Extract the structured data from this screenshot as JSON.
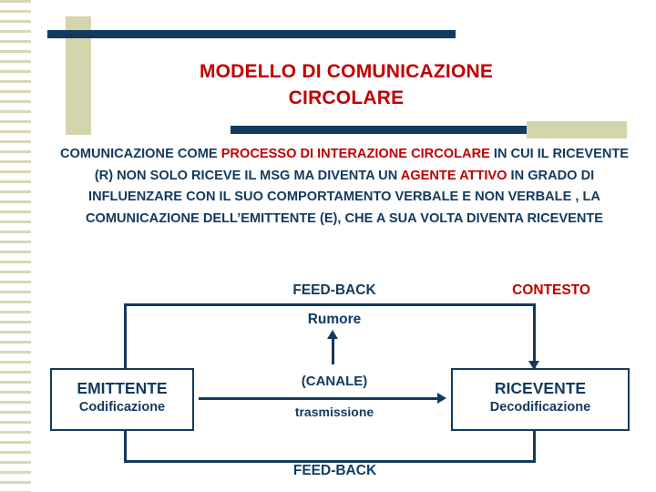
{
  "slide": {
    "title_line1": "MODELLO DI COMUNICAZIONE",
    "title_line2": "CIRCOLARE",
    "body": {
      "seg1": "COMUNICAZIONE COME ",
      "seg2_hl": "PROCESSO DI INTERAZIONE CIRCOLARE",
      "seg3": " IN CUI IL RICEVENTE (R) NON SOLO RICEVE IL MSG MA DIVENTA UN ",
      "seg4_hl": "AGENTE ATTIVO",
      "seg5": " IN GRADO DI INFLUENZARE CON IL SUO COMPORTAMENTO VERBALE E NON VERBALE , LA COMUNICAZIONE DELL’EMITTENTE (E), CHE A SUA VOLTA DIVENTA RICEVENTE"
    },
    "diagram": {
      "feedback_top": "FEED-BACK",
      "rumore": "Rumore",
      "contesto": "CONTESTO",
      "feedback_bottom": "FEED-BACK",
      "emittente_title": "EMITTENTE",
      "emittente_sub": "Codificazione",
      "canale": "(CANALE)",
      "trasmissione": "trasmissione",
      "ricevente_title": "RICEVENTE",
      "ricevente_sub": "Decodificazione"
    },
    "colors": {
      "navy": "#123a5e",
      "red": "#c00000",
      "khaki": "#d5d5ab"
    }
  }
}
